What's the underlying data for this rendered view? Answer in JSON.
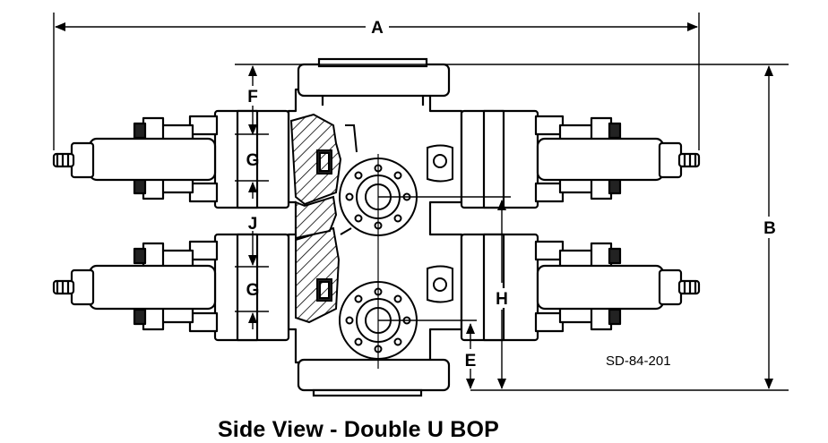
{
  "diagram": {
    "caption": "Side View - Double U BOP",
    "drawing_number": "SD-84-201",
    "dimension_labels": {
      "a": "A",
      "b": "B",
      "e": "E",
      "f": "F",
      "g_upper": "G",
      "g_lower": "G",
      "h": "H",
      "j": "J"
    }
  }
}
